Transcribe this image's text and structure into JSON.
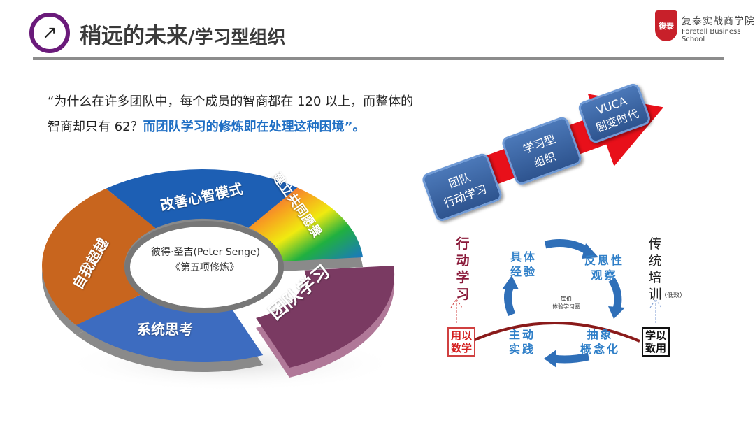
{
  "header": {
    "title_main": "稍远的未来",
    "title_sub": "/学习型组织",
    "icon": "arrow-up-right-icon"
  },
  "logo": {
    "emblem_text": "復泰",
    "name_cn": "复泰实战商学院",
    "name_en": "Foretell Business School"
  },
  "quote": {
    "part1": "“为什么在许多团队中，每个成员的智商都在 120 以上，而整体的智商却只有 62？",
    "highlight": "而团队学习的修炼即在处理这种困境”。"
  },
  "donut": {
    "center_line1": "彼得·圣吉(Peter Senge)",
    "center_line2": "《第五项修炼》",
    "segments": [
      {
        "label": "改善心智模式",
        "color": "#1d5fb4"
      },
      {
        "label": "建立共同愿景",
        "color": "rainbow"
      },
      {
        "label": "团队学习",
        "color": "#7a3a62"
      },
      {
        "label": "系统思考",
        "color": "#3d6cc0"
      },
      {
        "label": "自我超越",
        "color": "#c8651e"
      }
    ]
  },
  "arrow": {
    "steps": [
      {
        "line1": "团队",
        "line2": "行动学习"
      },
      {
        "line1": "学习型",
        "line2": "组织"
      },
      {
        "line1": "VUCA",
        "line2": "剧变时代"
      }
    ]
  },
  "kolb": {
    "concrete": {
      "line1": "具体",
      "line2": "经验"
    },
    "reflective": {
      "line1": "反思性",
      "line2": "观察"
    },
    "abstract": {
      "line1": "抽象",
      "line2": "概念化"
    },
    "active": {
      "line1": "主动",
      "line2": "实践"
    },
    "center_line1": "库伯",
    "center_line2": "体验学习圈",
    "left_vertical": "行动学习",
    "right_vertical": "传统培训",
    "right_note": "（低效）",
    "left_box": {
      "line1": "用以",
      "line2": "数学"
    },
    "right_box": {
      "line1": "学以",
      "line2": "致用"
    }
  }
}
